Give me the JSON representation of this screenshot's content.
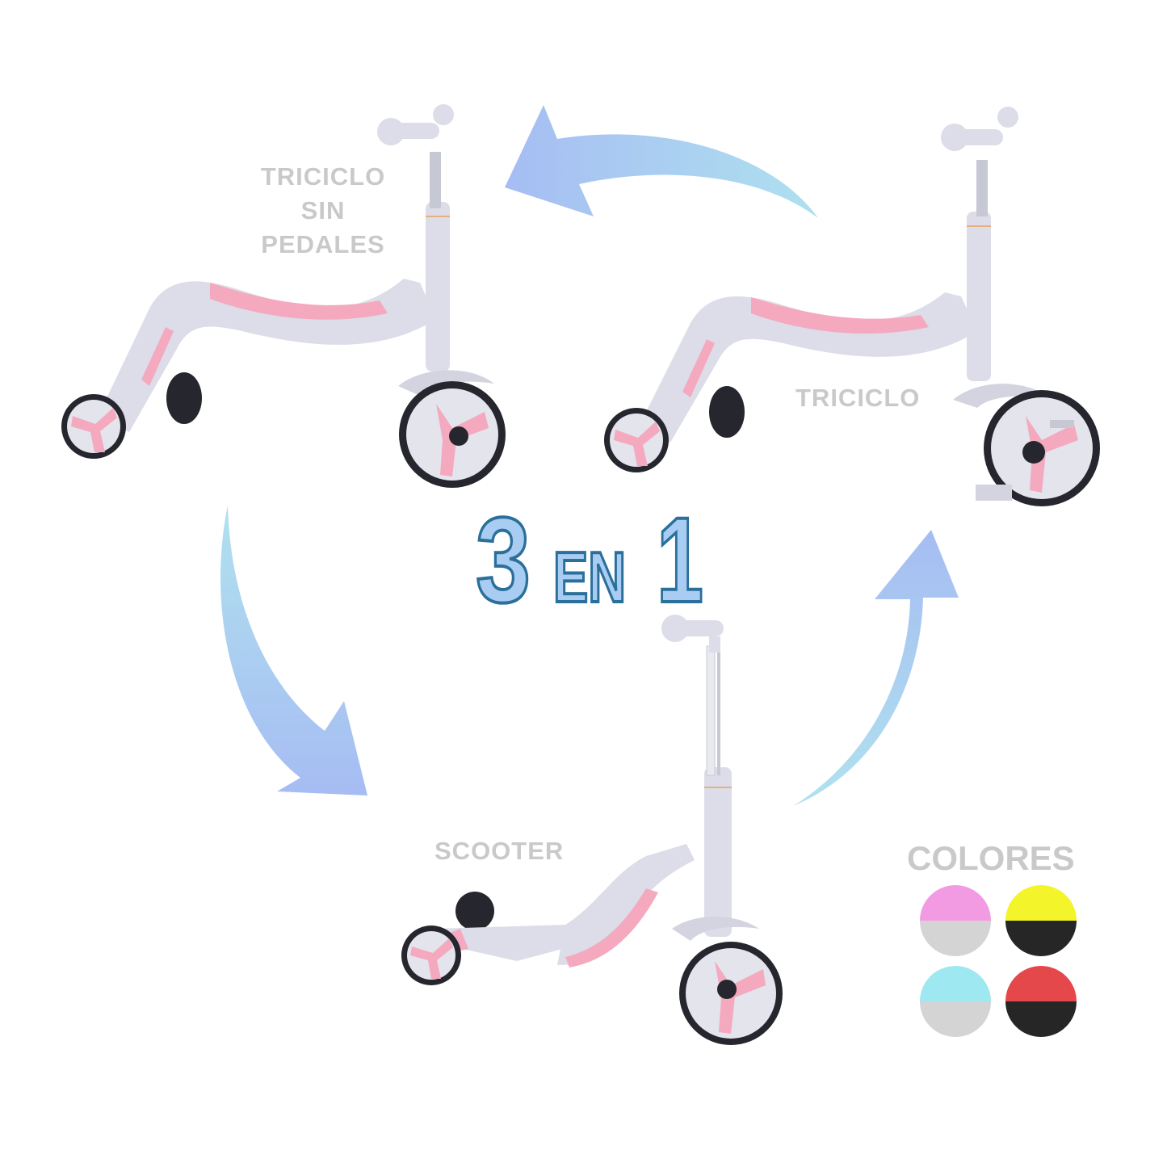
{
  "headline": {
    "number_left": "3",
    "word": "EN",
    "number_right": "1",
    "fill_color": "#a9cdf2",
    "stroke_color": "#2b6f9b"
  },
  "modes": [
    {
      "id": "triciclo-sin-pedales",
      "label_lines": [
        "TRICICLO",
        "SIN",
        "PEDALES"
      ]
    },
    {
      "id": "triciclo",
      "label": "TRICICLO"
    },
    {
      "id": "scooter",
      "label": "SCOOTER"
    }
  ],
  "arrows": [
    {
      "name": "arrow-triciclo-to-sin-pedales",
      "direction": "left"
    },
    {
      "name": "arrow-sin-pedales-to-scooter",
      "direction": "down-right"
    },
    {
      "name": "arrow-scooter-to-triciclo",
      "direction": "up"
    }
  ],
  "colors_section": {
    "title": "COLORES",
    "options": [
      {
        "name": "pink-gray",
        "top": "#f29be3",
        "bottom": "#d4d4d4"
      },
      {
        "name": "yellow-black",
        "top": "#f4f42a",
        "bottom": "#262626"
      },
      {
        "name": "cyan-gray",
        "top": "#9ee8f2",
        "bottom": "#d4d4d4"
      },
      {
        "name": "red-black",
        "top": "#e5484a",
        "bottom": "#262626"
      }
    ]
  },
  "product_colors": {
    "frame": "#dcdde8",
    "accent": "#f4a9bf",
    "tire": "#26262e",
    "arrow_start": "#a7bff2",
    "arrow_end": "#a9def0"
  }
}
